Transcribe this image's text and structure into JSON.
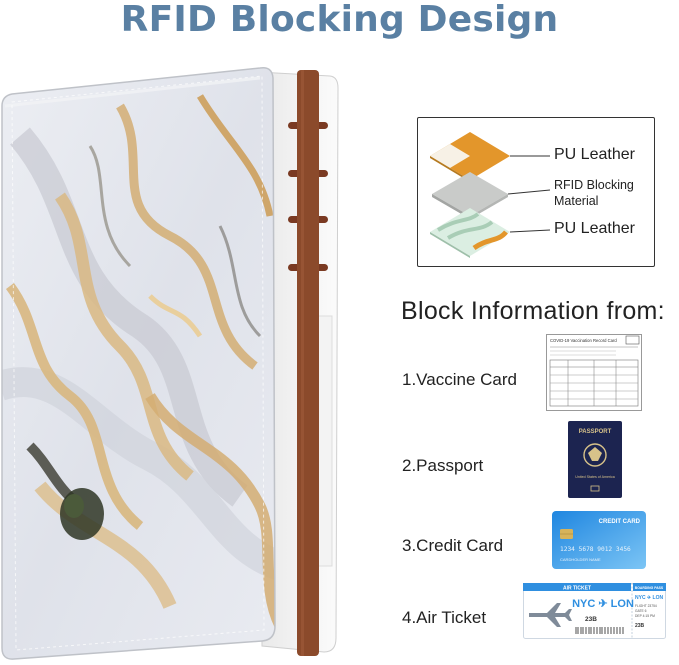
{
  "title": "RFID Blocking Design",
  "layers": {
    "top": "PU Leather",
    "middle": "RFID Blocking Material",
    "bottom": "PU Leather"
  },
  "block": {
    "heading": "Block Information from:",
    "items": [
      {
        "label": "1.Vaccine Card",
        "card_title": "COVID-19 Vaccination Record Card"
      },
      {
        "label": "2.Passport",
        "doc_title": "PASSPORT",
        "doc_sub": "United States of America"
      },
      {
        "label": "3.Credit Card",
        "card_title": "CREDIT CARD",
        "card_number": "1234 5678 9012 3456",
        "card_holder": "CARDHOLDER NAME"
      },
      {
        "label": "4.Air Ticket",
        "ticket_header": "AIR TICKET",
        "ticket_pass": "BOARDING PASS",
        "route": "NYC ✈ LON",
        "route_small": "NYC ✈ LON",
        "seat": "23B",
        "gate": "GATE 6",
        "flight": "FLIGHT 23754",
        "date": "DEP 4:15 PM"
      }
    ]
  },
  "colors": {
    "title": "#5a80a3",
    "strap": "#8b4a2b",
    "orange": "#e3962b",
    "mint": "#dbeee2",
    "grey": "#c9cbc9",
    "card_blue": "#1e7ad1",
    "passport": "#1c2450"
  }
}
